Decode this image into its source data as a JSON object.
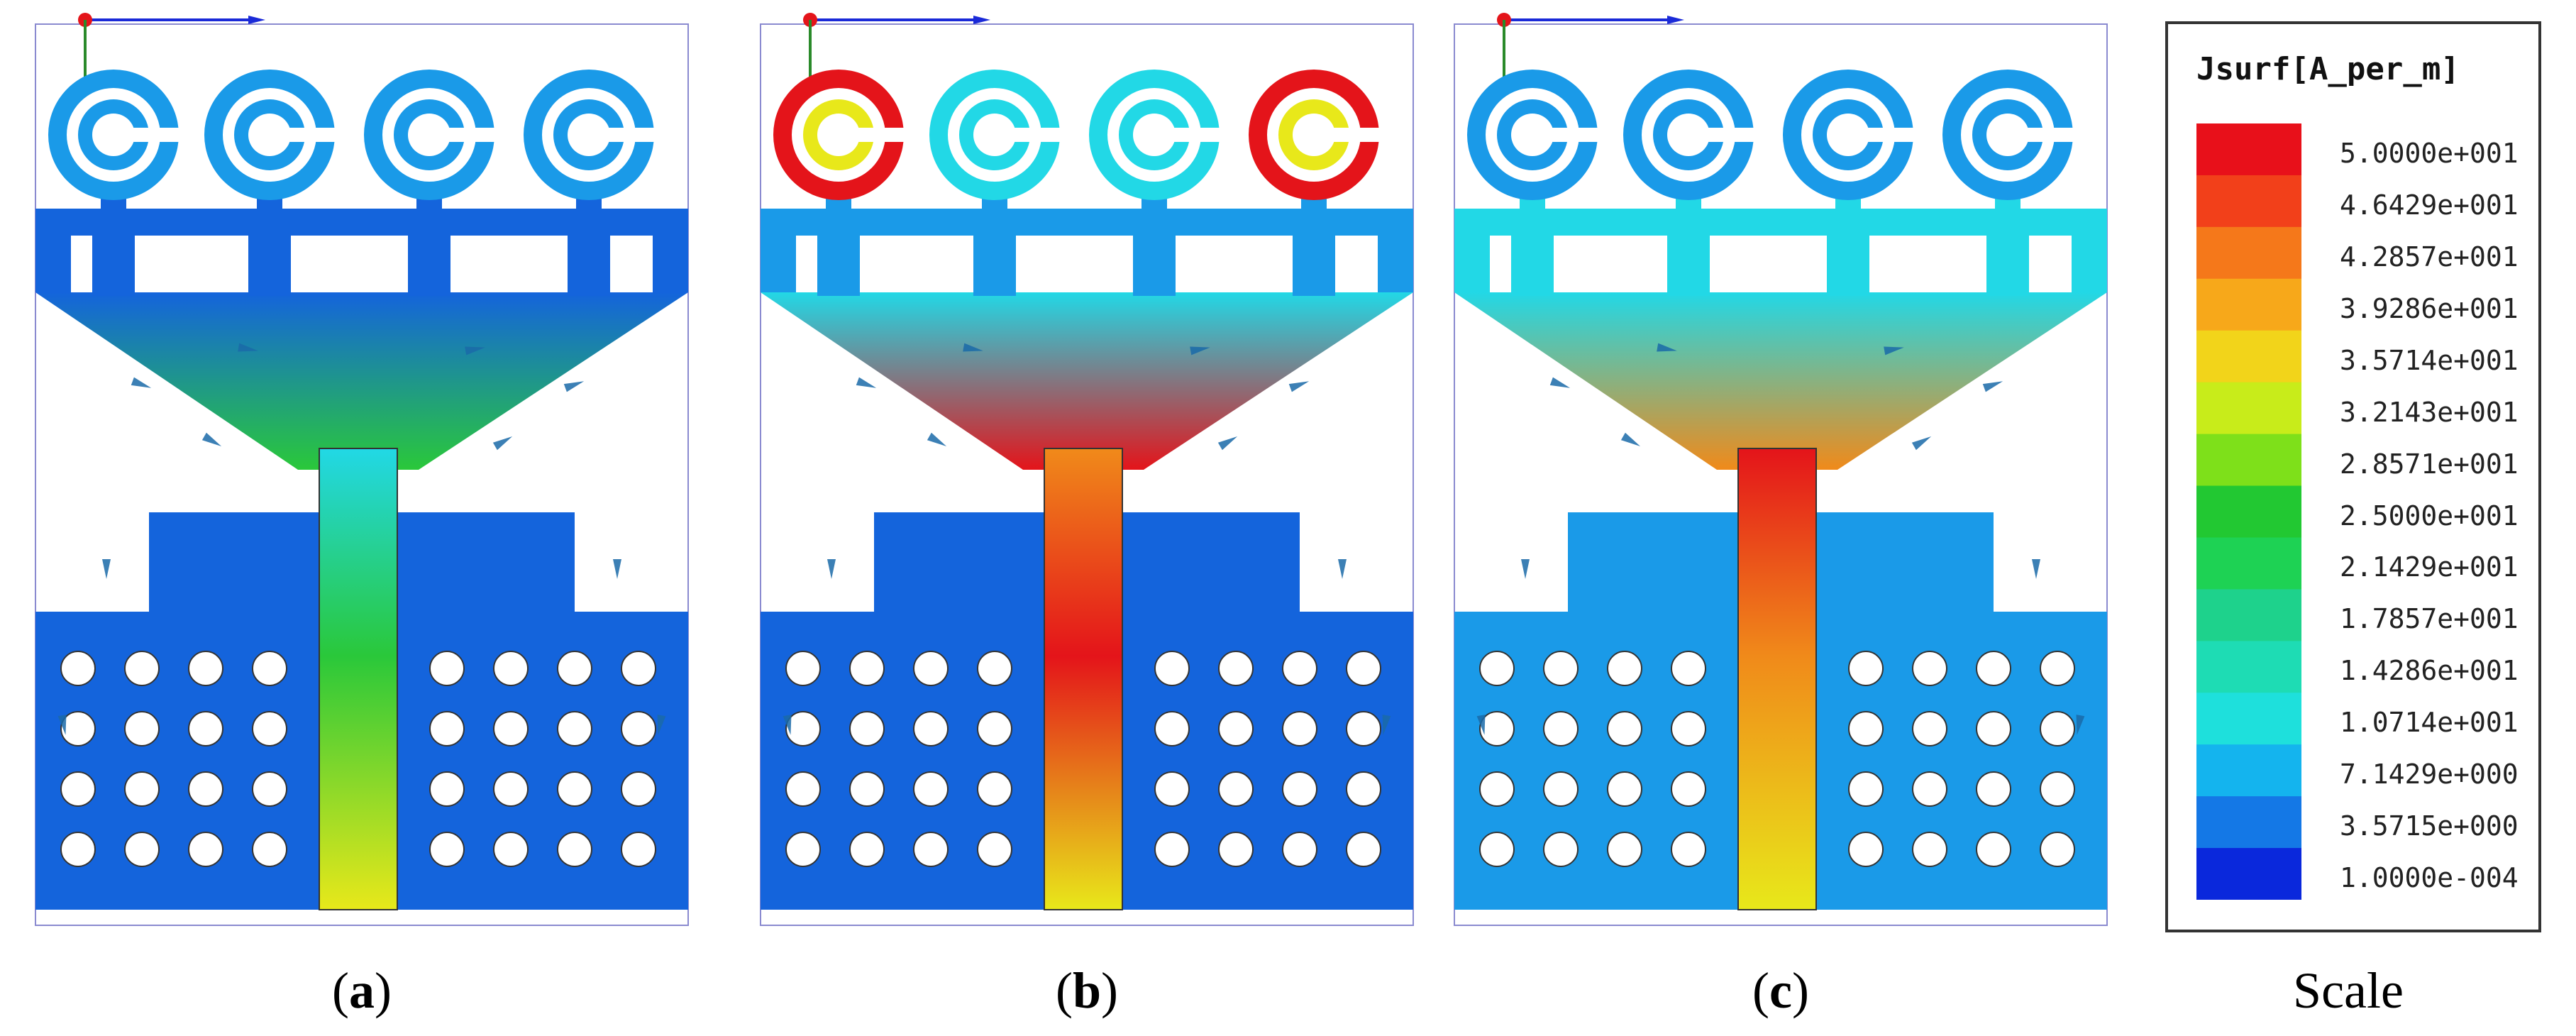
{
  "panels": [
    {
      "id": "a",
      "caption_letter": "a",
      "scheme": "low"
    },
    {
      "id": "b",
      "caption_letter": "b",
      "scheme": "mid"
    },
    {
      "id": "c",
      "caption_letter": "c",
      "scheme": "high"
    }
  ],
  "scale_caption": "Scale",
  "legend": {
    "title": "Jsurf[A_per_m]",
    "ticks": [
      "5.0000e+001",
      "4.6429e+001",
      "4.2857e+001",
      "3.9286e+001",
      "3.5714e+001",
      "3.2143e+001",
      "2.8571e+001",
      "2.5000e+001",
      "2.1429e+001",
      "1.7857e+001",
      "1.4286e+001",
      "1.0714e+001",
      "7.1429e+000",
      "3.5715e+000",
      "1.0000e-004"
    ],
    "colors": [
      "#e8101a",
      "#f2401a",
      "#f5781a",
      "#f7a81a",
      "#f2d41a",
      "#c8ec1a",
      "#7ee01a",
      "#22c832",
      "#1ed254",
      "#1ed28c",
      "#1edcb4",
      "#1ee0dc",
      "#14b4ee",
      "#1478e6",
      "#0a28dc"
    ]
  },
  "colors": {
    "deep_blue": "#1464dc",
    "mid_blue": "#1a9ae8",
    "cyan": "#22d8e6",
    "green": "#2ac83a",
    "yellow": "#e8e81a",
    "orange": "#f08a1a",
    "red": "#e4141a"
  }
}
